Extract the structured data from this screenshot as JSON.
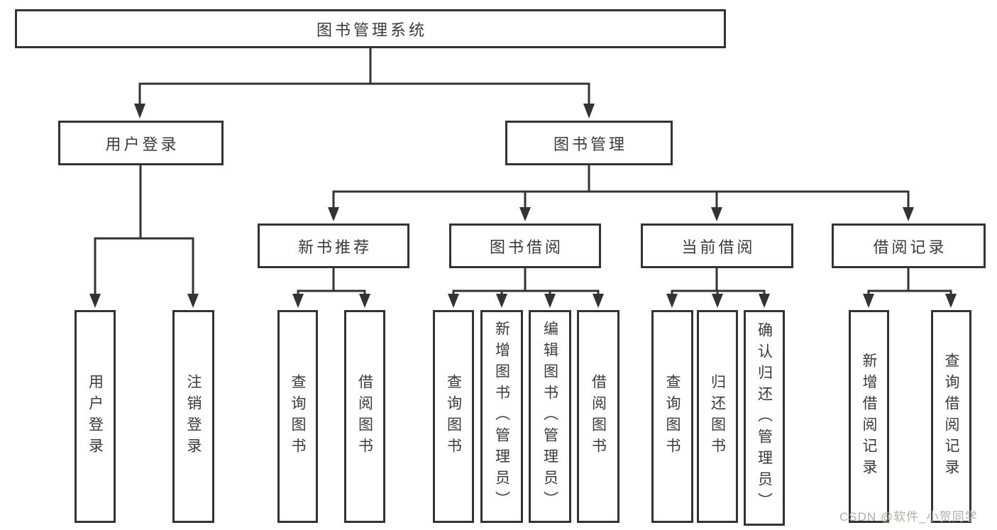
{
  "diagram": {
    "title": "图书管理系统",
    "type": "tree-structure-diagram",
    "colors": {
      "line": "#333333",
      "text": "#3a3a3a",
      "background": "#ffffff",
      "watermark": "#b0adab"
    },
    "nodes": {
      "root": {
        "label": "图书管理系统"
      },
      "user_login": {
        "label": "用户登录"
      },
      "book_mgmt": {
        "label": "图书管理"
      },
      "new_book": {
        "label": "新书推荐"
      },
      "borrow": {
        "label": "图书借阅"
      },
      "current": {
        "label": "当前借阅"
      },
      "record": {
        "label": "借阅记录"
      },
      "leaf_user_login": {
        "label": "用户登录"
      },
      "leaf_logout": {
        "label": "注销登录"
      },
      "leaf_nb_query": {
        "label": "查询图书"
      },
      "leaf_nb_borrow": {
        "label": "借阅图书"
      },
      "leaf_bb_query": {
        "label": "查询图书"
      },
      "leaf_bb_add": {
        "label": "新增图书（管理员）"
      },
      "leaf_bb_edit": {
        "label": "编辑图书（管理员）"
      },
      "leaf_bb_borrow": {
        "label": "借阅图书"
      },
      "leaf_cb_query": {
        "label": "查询图书"
      },
      "leaf_cb_return": {
        "label": "归还图书"
      },
      "leaf_cb_confirm": {
        "label": "确认归还（管理员）"
      },
      "leaf_rec_add": {
        "label": "新增借阅记录"
      },
      "leaf_rec_query": {
        "label": "查询借阅记录"
      }
    },
    "structure": {
      "root": [
        "user_login",
        "book_mgmt"
      ],
      "user_login": [
        "leaf_user_login",
        "leaf_logout"
      ],
      "book_mgmt": [
        "new_book",
        "borrow",
        "current",
        "record"
      ],
      "new_book": [
        "leaf_nb_query",
        "leaf_nb_borrow"
      ],
      "borrow": [
        "leaf_bb_query",
        "leaf_bb_add",
        "leaf_bb_edit",
        "leaf_bb_borrow"
      ],
      "current": [
        "leaf_cb_query",
        "leaf_cb_return",
        "leaf_cb_confirm"
      ],
      "record": [
        "leaf_rec_add",
        "leaf_rec_query"
      ]
    }
  },
  "watermark": {
    "text": "CSDN @软件_小贺同学"
  }
}
